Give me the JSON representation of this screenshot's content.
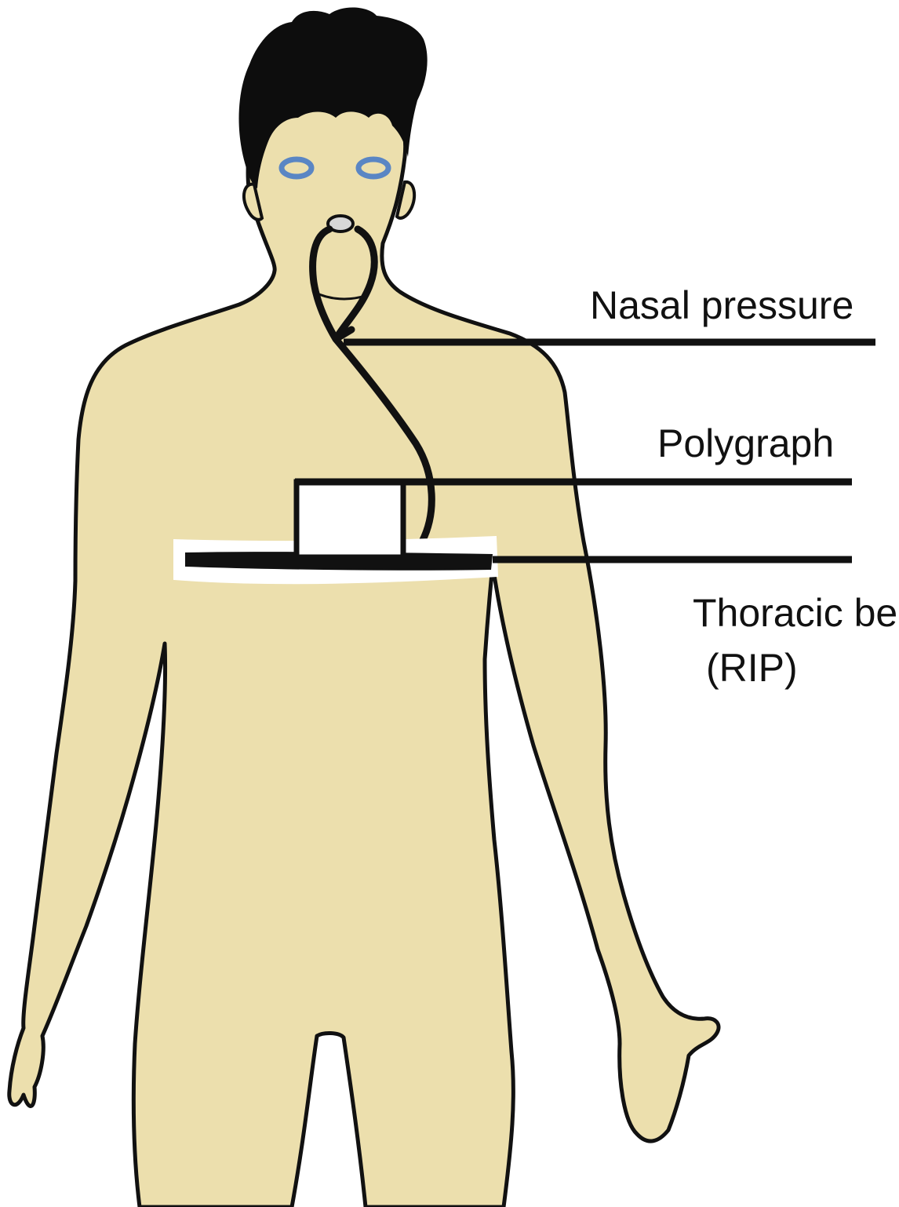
{
  "labels": {
    "nasal_pressure": "Nasal pressure",
    "polygraph": "Polygraph",
    "thoracic_belt_line1": "Thoracic be",
    "thoracic_belt_line2": "(RIP)"
  },
  "colors": {
    "skin": "#ecdfad",
    "outline": "#111111",
    "hair": "#0d0d0d",
    "eyes": "#5a86c4",
    "device": "#ffffff",
    "nasal_sensor": "#d8d8d8",
    "background": "#ffffff"
  }
}
